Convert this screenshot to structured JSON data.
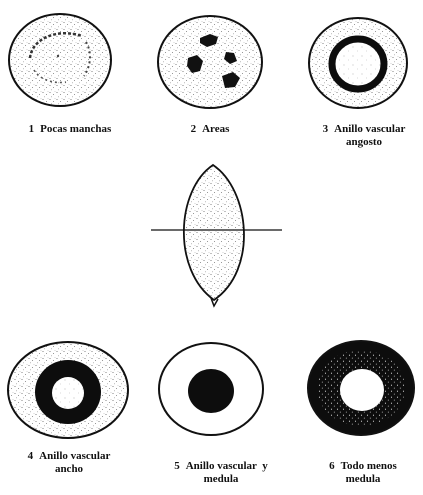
{
  "diagrams": [
    {
      "number": "1",
      "lines": [
        "Pocas manchas"
      ],
      "icon": "sparse-spots-icon"
    },
    {
      "number": "2",
      "lines": [
        "Areas"
      ],
      "icon": "dark-areas-icon"
    },
    {
      "number": "3",
      "lines": [
        "Anillo vascular",
        "angosto"
      ],
      "icon": "narrow-ring-icon"
    },
    {
      "number": "4",
      "lines": [
        "Anillo vascular",
        "ancho"
      ],
      "icon": "wide-ring-icon"
    },
    {
      "number": "5",
      "lines": [
        "Anillo vascular  y",
        "medula"
      ],
      "icon": "ring-and-pith-icon"
    },
    {
      "number": "6",
      "lines": [
        "Todo menos",
        "medula"
      ],
      "icon": "all-but-pith-icon"
    }
  ],
  "center_figure": {
    "icon": "tuber-cut-line-icon"
  },
  "colors": {
    "ink": "#111111",
    "stipple": "#555555",
    "background": "#ffffff"
  }
}
